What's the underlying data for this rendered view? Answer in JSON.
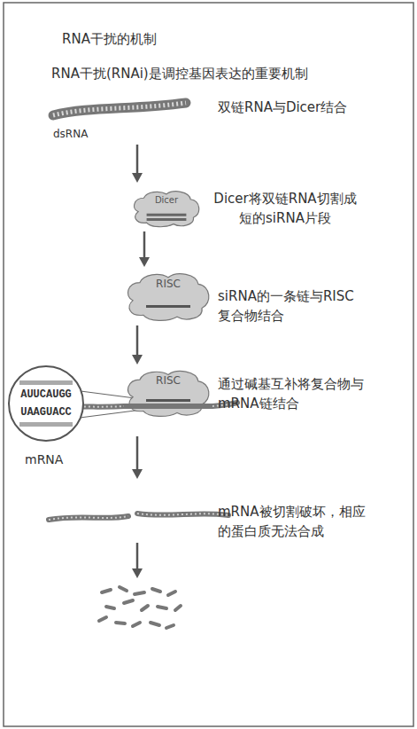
{
  "diagram": {
    "title": "RNA干扰的机制",
    "nodes": [
      {
        "text": [
          "Dicer"
        ]
      },
      {
        "text": [
          "RISC"
        ]
      },
      {
        "text": [
          "RISC"
        ]
      }
    ],
    "edges": [
      {
        "from": 0,
        "to": 1,
        "arrow": "to"
      },
      {
        "from": 1,
        "to": 2,
        "arrow": "to"
      }
    ],
    "labels": [
      "RNA干扰(RNAi)是调控基因表达的重要机制",
      "双链RNA与Dicer结合",
      "dsRNA",
      "Dicer将双链RNA切割成短的siRNA片段",
      "siRNA的一条链与RISC复合物结合",
      "AUUCAUGG",
      "UAAGUACC",
      "通过碱基互补将复合物与mRNA链结合",
      "mRNA",
      "mRNA被切割破坏，相应的蛋白质无法合成"
    ]
  }
}
